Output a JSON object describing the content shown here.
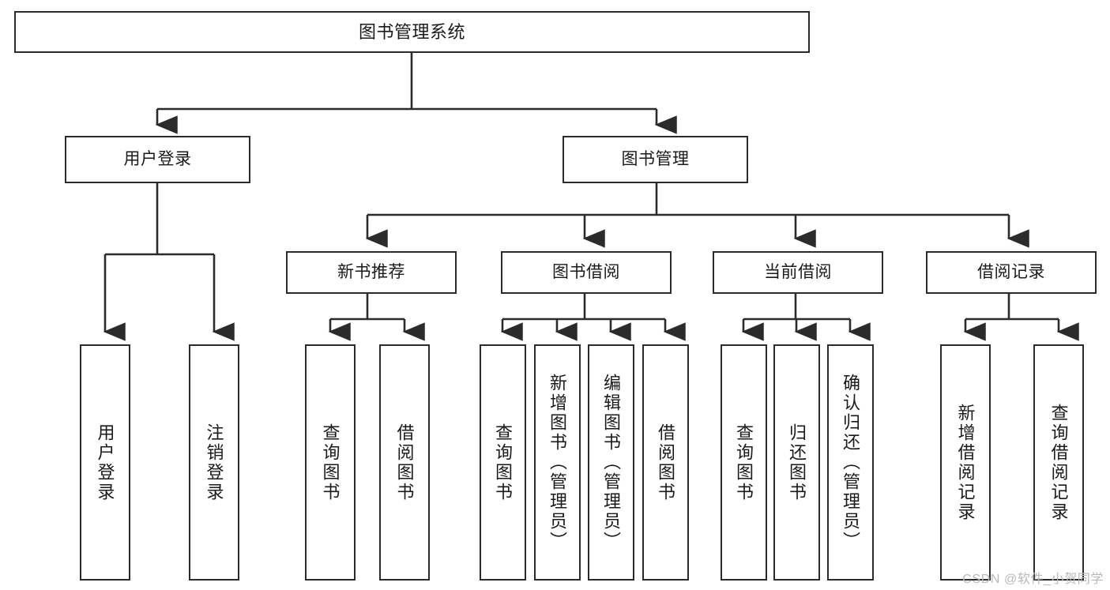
{
  "diagram": {
    "title": "图书管理系统",
    "watermark": "CSDN @软件_小贺同学",
    "line_color": "#2b2b2b",
    "box_fill": "#ffffff",
    "text_color": "#1a1a1a",
    "watermark_color": "#b9b9b9"
  },
  "nodes": {
    "root": {
      "label": "图书管理系统"
    },
    "level2": [
      {
        "label": "用户登录"
      },
      {
        "label": "图书管理"
      }
    ],
    "level3": [
      {
        "label": "新书推荐"
      },
      {
        "label": "图书借阅"
      },
      {
        "label": "当前借阅"
      },
      {
        "label": "借阅记录"
      }
    ],
    "leaves": {
      "user_login": [
        {
          "label": "用户登录"
        },
        {
          "label": "注销登录"
        }
      ],
      "new_book": [
        {
          "label": "查询图书"
        },
        {
          "label": "借阅图书"
        }
      ],
      "book_borrow": [
        {
          "label": "查询图书"
        },
        {
          "label": "新增图书（管理员）"
        },
        {
          "label": "编辑图书（管理员）"
        },
        {
          "label": "借阅图书"
        }
      ],
      "current_borrow": [
        {
          "label": "查询图书"
        },
        {
          "label": "归还图书"
        },
        {
          "label": "确认归还（管理员）"
        }
      ],
      "borrow_record": [
        {
          "label": "新增借阅记录"
        },
        {
          "label": "查询借阅记录"
        }
      ]
    }
  }
}
